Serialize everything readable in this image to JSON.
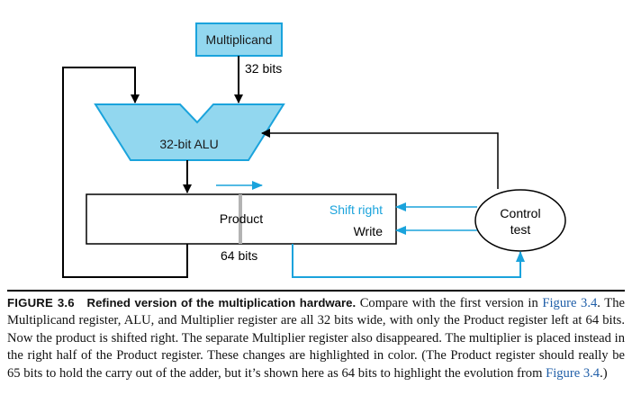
{
  "colors": {
    "accent_fill": "#92d7ef",
    "accent_stroke": "#1aa3dc",
    "blue_line": "#1aa3dc",
    "black_line": "#000000",
    "product_divider": "#b3b3b3",
    "link_blue": "#1f5ea8"
  },
  "diagram": {
    "multiplicand_label": "Multiplicand",
    "width_32_label": "32 bits",
    "alu_label": "32-bit ALU",
    "product_label": "Product",
    "width_64_label": "64 bits",
    "shift_right_label": "Shift right",
    "write_label": "Write",
    "control_line1": "Control",
    "control_line2": "test"
  },
  "caption": {
    "figure_number": "FIGURE 3.6",
    "figure_title": "Refined version of the multiplication hardware.",
    "text_1": " Compare with the first version in ",
    "ref_1": "Figure 3.4",
    "text_2": ". The Multiplicand register, ALU, and Multiplier register are all 32 bits wide, with only the Product register left at 64 bits. Now the product is shifted right. The separate Multiplier register also disappeared. The multiplier is placed instead in the right half of the Product register. These changes are highlighted in color. (The Product register should really be 65 bits to hold the carry out of the adder, but it’s shown here as 64 bits to highlight the evolution from ",
    "ref_2": "Figure 3.4",
    "text_3": ".)"
  }
}
